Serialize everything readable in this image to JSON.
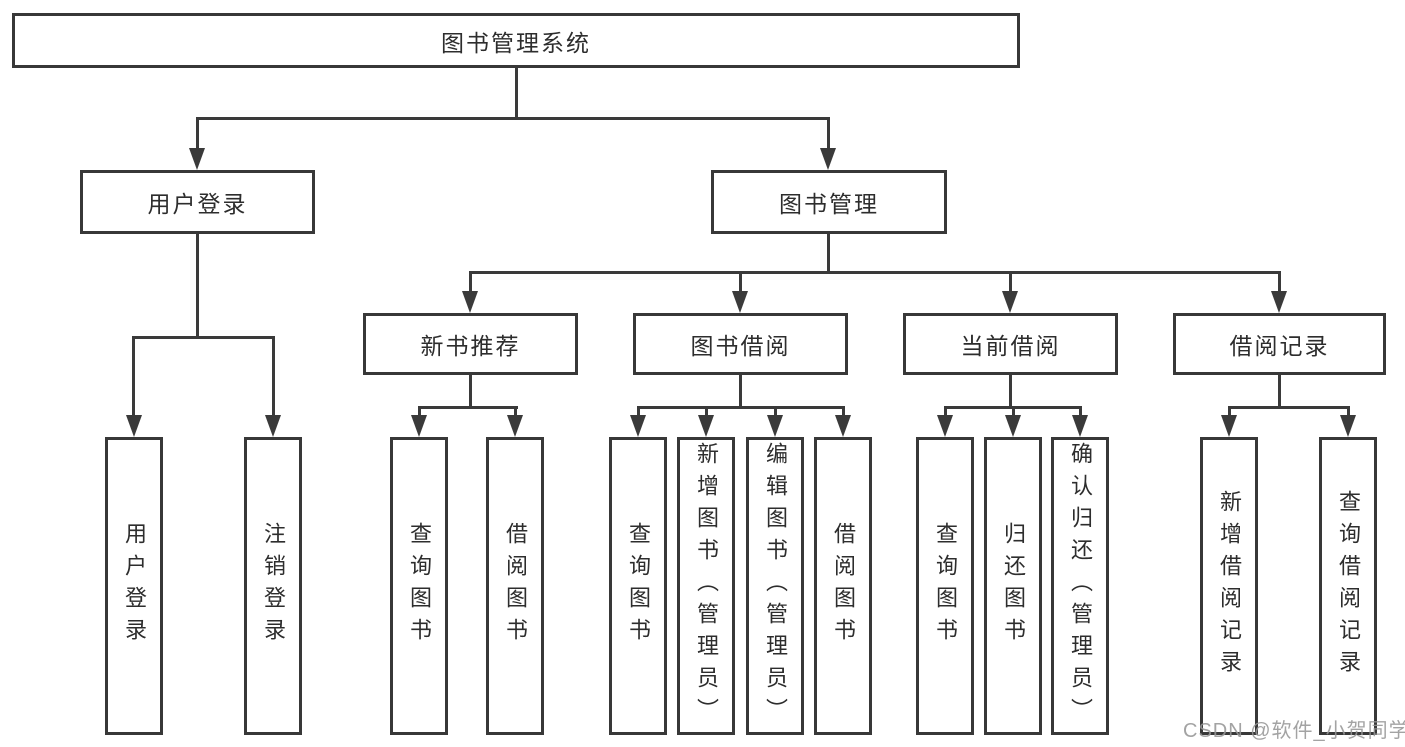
{
  "diagram_title": "图书管理系统",
  "colors": {
    "line": "#3a3a3a",
    "border": "#383838",
    "text": "#2d2d2d",
    "background": "#ffffff",
    "watermark": "#969696"
  },
  "watermark": "CSDN @软件_小贺同学",
  "nodes": {
    "root": {
      "label": "图书管理系统"
    },
    "level2": [
      {
        "label": "用户登录"
      },
      {
        "label": "图书管理"
      }
    ],
    "level3": [
      {
        "label": "新书推荐",
        "parent": "图书管理"
      },
      {
        "label": "图书借阅",
        "parent": "图书管理"
      },
      {
        "label": "当前借阅",
        "parent": "图书管理"
      },
      {
        "label": "借阅记录",
        "parent": "图书管理"
      }
    ],
    "leaves": [
      {
        "label": "用户登录",
        "parent": "用户登录"
      },
      {
        "label": "注销登录",
        "parent": "用户登录"
      },
      {
        "label": "查询图书",
        "parent": "新书推荐"
      },
      {
        "label": "借阅图书",
        "parent": "新书推荐"
      },
      {
        "label": "查询图书",
        "parent": "图书借阅"
      },
      {
        "label": "新增图书（管理员）",
        "parent": "图书借阅"
      },
      {
        "label": "编辑图书（管理员）",
        "parent": "图书借阅"
      },
      {
        "label": "借阅图书",
        "parent": "图书借阅"
      },
      {
        "label": "查询图书",
        "parent": "当前借阅"
      },
      {
        "label": "归还图书",
        "parent": "当前借阅"
      },
      {
        "label": "确认归还（管理员）",
        "parent": "当前借阅"
      },
      {
        "label": "新增借阅记录",
        "parent": "借阅记录"
      },
      {
        "label": "查询借阅记录",
        "parent": "借阅记录"
      }
    ]
  }
}
